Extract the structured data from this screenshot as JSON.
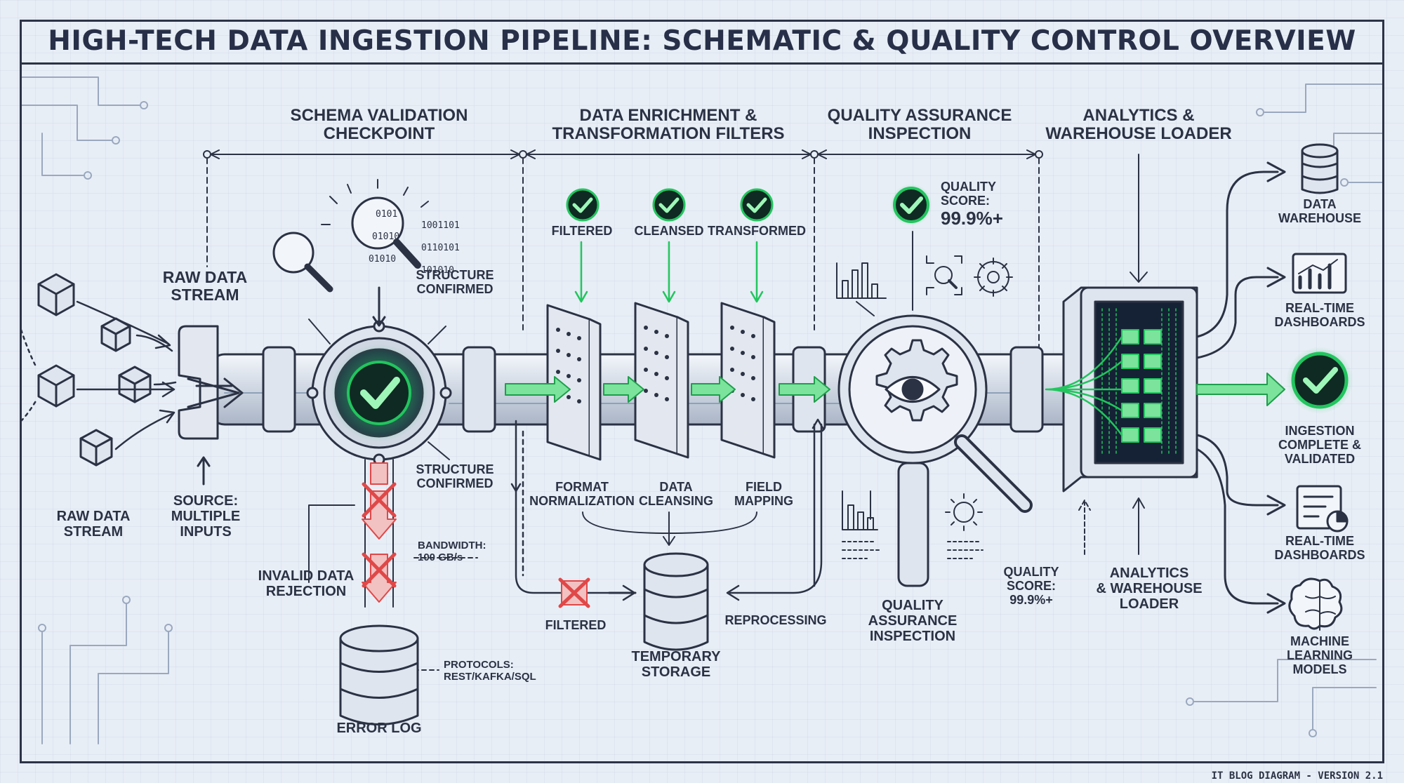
{
  "title": "HIGH-TECH DATA INGESTION PIPELINE: SCHEMATIC & QUALITY CONTROL OVERVIEW",
  "sections": {
    "schema": [
      "SCHEMA VALIDATION",
      "CHECKPOINT"
    ],
    "enrichment": [
      "DATA ENRICHMENT &",
      "TRANSFORMATION FILTERS"
    ],
    "quality": [
      "QUALITY ASSURANCE",
      "INSPECTION"
    ],
    "analytics": [
      "ANALYTICS &",
      "WAREHOUSE LOADER"
    ]
  },
  "source": {
    "raw_stream_top": [
      "RAW DATA",
      "STREAM"
    ],
    "raw_stream_bottom": [
      "RAW DATA",
      "STREAM"
    ],
    "source_inputs": [
      "SOURCE:",
      "MULTIPLE",
      "INPUTS"
    ]
  },
  "checkpoint": {
    "structure_confirmed_top": [
      "STRUCTURE",
      "CONFIRMED"
    ],
    "structure_confirmed_bottom": [
      "STRUCTURE",
      "CONFIRMED"
    ],
    "binary": [
      "0101",
      "1001101",
      "01010",
      "0110101",
      "01010",
      "101010"
    ],
    "invalid_rejection": [
      "INVALID DATA",
      "REJECTION"
    ],
    "bandwidth": [
      "BANDWIDTH:",
      "100 GB/s"
    ],
    "protocols": [
      "PROTOCOLS:",
      "REST/KAFKA/SQL"
    ],
    "error_log": "ERROR LOG"
  },
  "filters": {
    "statuses": [
      "FILTERED",
      "CLEANSED",
      "TRANSFORMED"
    ],
    "names": [
      [
        "FORMAT",
        "NORMALIZATION"
      ],
      [
        "DATA",
        "CLEANSING"
      ],
      [
        "FIELD",
        "MAPPING"
      ]
    ],
    "filtered_bottom": "FILTERED",
    "temporary_storage": [
      "TEMPORARY",
      "STORAGE"
    ],
    "reprocessing": "REPROCESSING"
  },
  "quality": {
    "score_top": [
      "QUALITY",
      "SCORE:",
      "99.9%+"
    ],
    "inspection_bottom": [
      "QUALITY",
      "ASSURANCE",
      "INSPECTION"
    ],
    "score_bottom": [
      "QUALITY",
      "SCORE:",
      "99.9%+"
    ]
  },
  "loader": {
    "analytics_bottom": [
      "ANALYTICS",
      "& WAREHOUSE",
      "LOADER"
    ]
  },
  "outputs": {
    "warehouse": [
      "DATA",
      "WAREHOUSE"
    ],
    "dashboards_1": [
      "REAL-TIME",
      "DASHBOARDS"
    ],
    "complete": [
      "INGESTION",
      "COMPLETE &",
      "VALIDATED"
    ],
    "dashboards_2": [
      "REAL-TIME",
      "DASHBOARDS"
    ],
    "ml": [
      "MACHINE",
      "LEARNING",
      "MODELS"
    ]
  },
  "footer": "IT BLOG DIAGRAM - VERSION 2.1",
  "colors": {
    "ink": "#2b3244",
    "green": "#22c55e",
    "red": "#e04848",
    "pipe": "#c7d0dd",
    "background": "#e8eef6"
  },
  "icons": [
    "data-cube-icon",
    "magnifier-icon",
    "checkmark-icon",
    "red-x-icon",
    "database-icon",
    "filter-panel-icon",
    "gear-eye-icon",
    "bar-chart-icon",
    "dashboard-icon",
    "brain-icon",
    "server-rack-icon",
    "arrow-icon"
  ]
}
